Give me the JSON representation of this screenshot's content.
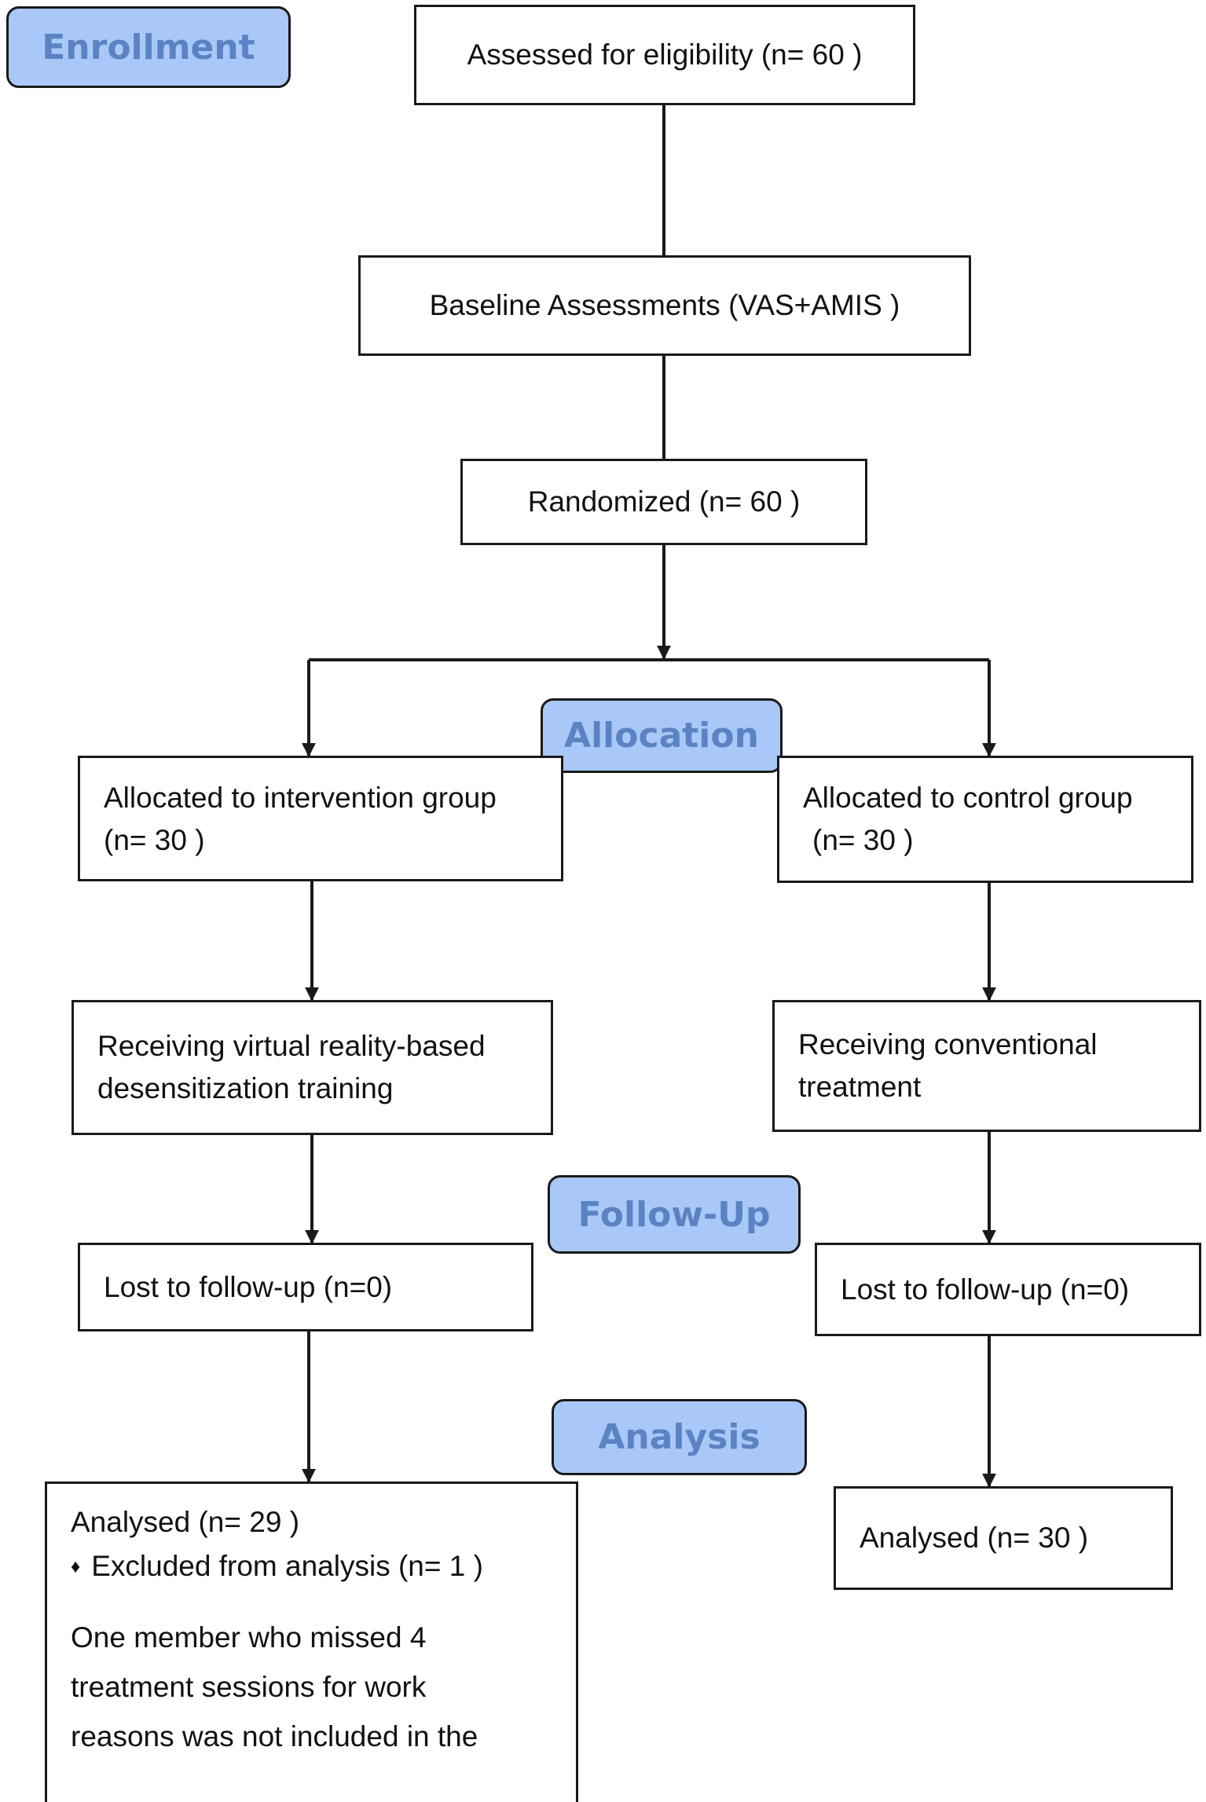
{
  "stages": {
    "enrollment": "Enrollment",
    "allocation": "Allocation",
    "follow_up": "Follow-Up",
    "analysis": "Analysis"
  },
  "boxes": {
    "assessed": "Assessed for eligibility (n= 60 )",
    "baseline": "Baseline Assessments (VAS+AMIS )",
    "randomized": "Randomized (n= 60 )",
    "alloc_intervention": {
      "line1": "Allocated to intervention group",
      "line2": "(n= 30 )"
    },
    "alloc_control": {
      "line1": "Allocated to control group",
      "line2": "(n= 30 )"
    },
    "receive_intervention": {
      "line1": "Receiving virtual reality-based",
      "line2": "desensitization training"
    },
    "receive_control": {
      "line1": "Receiving conventional",
      "line2": "treatment"
    },
    "lost_intervention": "Lost to follow-up (n=0)",
    "lost_control": "Lost to follow-up (n=0)",
    "analysed_intervention": {
      "line1": "Analysed  (n= 29 )",
      "bullet": "♦",
      "line2": "Excluded from analysis (n= 1 )",
      "note1": "One member who missed 4",
      "note2": "treatment sessions for work",
      "note3": "reasons was not included in the"
    },
    "analysed_control": "Analysed  (n= 30 )"
  },
  "colors": {
    "stage_fill": "#a9c8f7",
    "stage_text": "#5b83c4",
    "line": "#1a1a1a"
  }
}
